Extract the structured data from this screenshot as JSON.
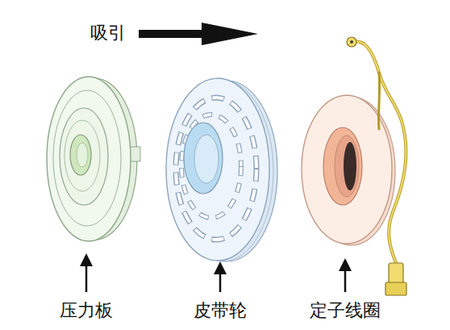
{
  "diagram": {
    "labels": [
      "吸引",
      "压力板",
      "皮带轮",
      "定子线圈"
    ]
  }
}
